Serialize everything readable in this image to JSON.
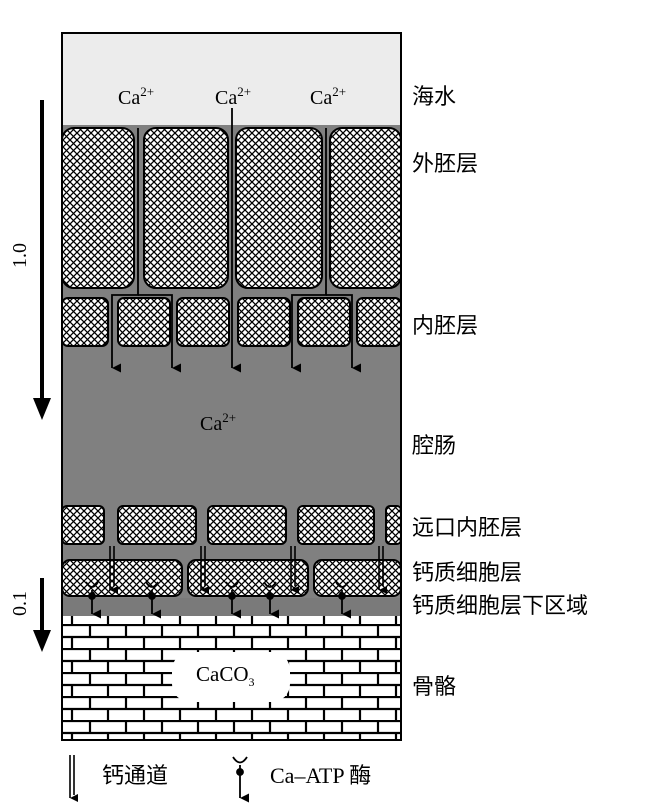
{
  "labels": {
    "seawater": "海水",
    "ectoderm": "外胚层",
    "endoderm": "内胚层",
    "coelenteron": "腔肠",
    "aboral_endoderm": "远口内胚层",
    "calicoblastic": "钙质细胞层",
    "subcalicoblastic": "钙质细胞层下区域",
    "skeleton": "骨骼"
  },
  "ions": {
    "ca_text": "Ca",
    "ca_charge": "2+",
    "caco3_main": "CaCO",
    "caco3_sub": "3"
  },
  "scale": {
    "top": "1.0",
    "bottom": "0.1"
  },
  "legend": {
    "channel": "钙通道",
    "pump": "Ca–ATP 酶"
  },
  "colors": {
    "seawater_bg": "#ececec",
    "coelenteron_bg": "#808080",
    "cell_fill": "#ffffff",
    "outline": "#000000"
  }
}
